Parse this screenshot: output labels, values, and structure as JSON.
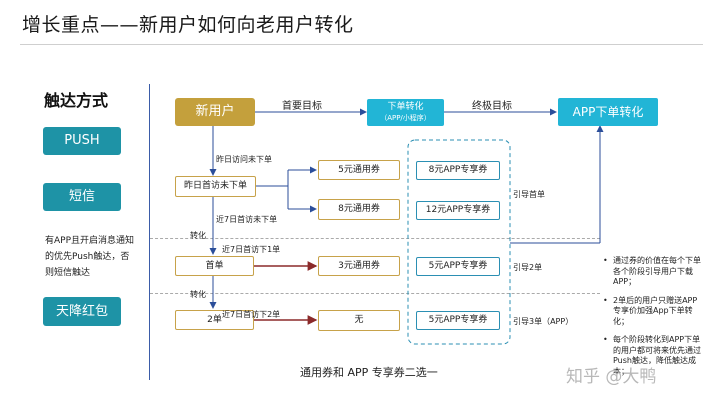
{
  "title": "增长重点——新用户如何向老用户转化",
  "channels": {
    "heading": "触达方式",
    "push": "PUSH",
    "sms": "短信",
    "note": "有APP且开启消息通知的优先Push触达，否则短信触达",
    "redpacket": "天降红包"
  },
  "flow": {
    "new_user": "新用户",
    "primary_goal": "首要目标",
    "order_convert_line1": "下单转化",
    "order_convert_line2": "（APP/小程序）",
    "final_goal": "终极目标",
    "app_convert": "APP下单转化",
    "yesterday_label": "昨日访问未下单",
    "yesterday_box": "昨日首访未下单",
    "coupon_5": "5元通用券",
    "coupon_8": "8元通用券",
    "app_8": "8元APP专享券",
    "app_12": "12元APP专享券",
    "guide_first": "引导首单",
    "recent7_label": "近7日首访未下单",
    "convert_1": "转化",
    "recent7_first_label": "近7日首访下1单",
    "first_order": "首单",
    "coupon_3": "3元通用券",
    "app_5a": "5元APP专享券",
    "guide_2": "引导2单",
    "convert_2": "转化",
    "recent7_second_label": "近7日首访下2单",
    "second_order": "2单",
    "none": "无",
    "app_5b": "5元APP专享券",
    "guide_3": "引导3单（APP）"
  },
  "bullets": [
    "通过券的价值在每个下单各个阶段引导用户下载APP；",
    "2单后的用户只赠送APP专享价加强App下单转化；",
    "每个阶段转化到APP下单的用户都可将来优先通过Push触达，降低触达成本；"
  ],
  "caption": "通用券和 APP 专享券二选一",
  "watermark": "知乎 @大鸭"
}
